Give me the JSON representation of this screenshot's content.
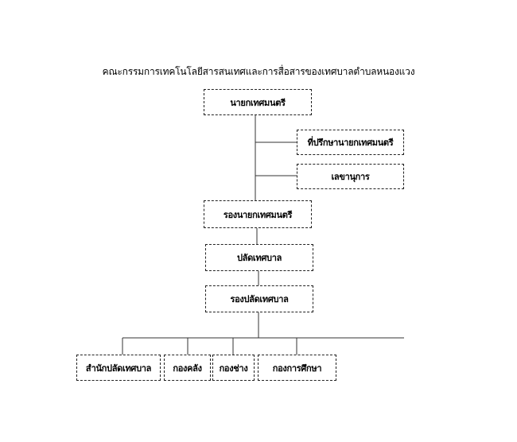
{
  "title": "คณะกรรมการเทคโนโลยีสารสนเทศและการสื่อสารของเทศบาลตำบลหนองแวง",
  "nodes": {
    "mayor": "นายกเทศมนตรี",
    "advisor": "ที่ปรึกษานายกเทศมนตรี",
    "secretary": "เลขานุการ",
    "deputy_mayor": "รองนายกเทศมนตรี",
    "clerk": "ปลัดเทศบาล",
    "deputy_clerk": "รองปลัดเทศบาล",
    "office_clerk": "สำนักปลัดเทศบาล",
    "finance": "กองคลัง",
    "engineering": "กองช่าง",
    "education": "กองการศึกษา"
  }
}
